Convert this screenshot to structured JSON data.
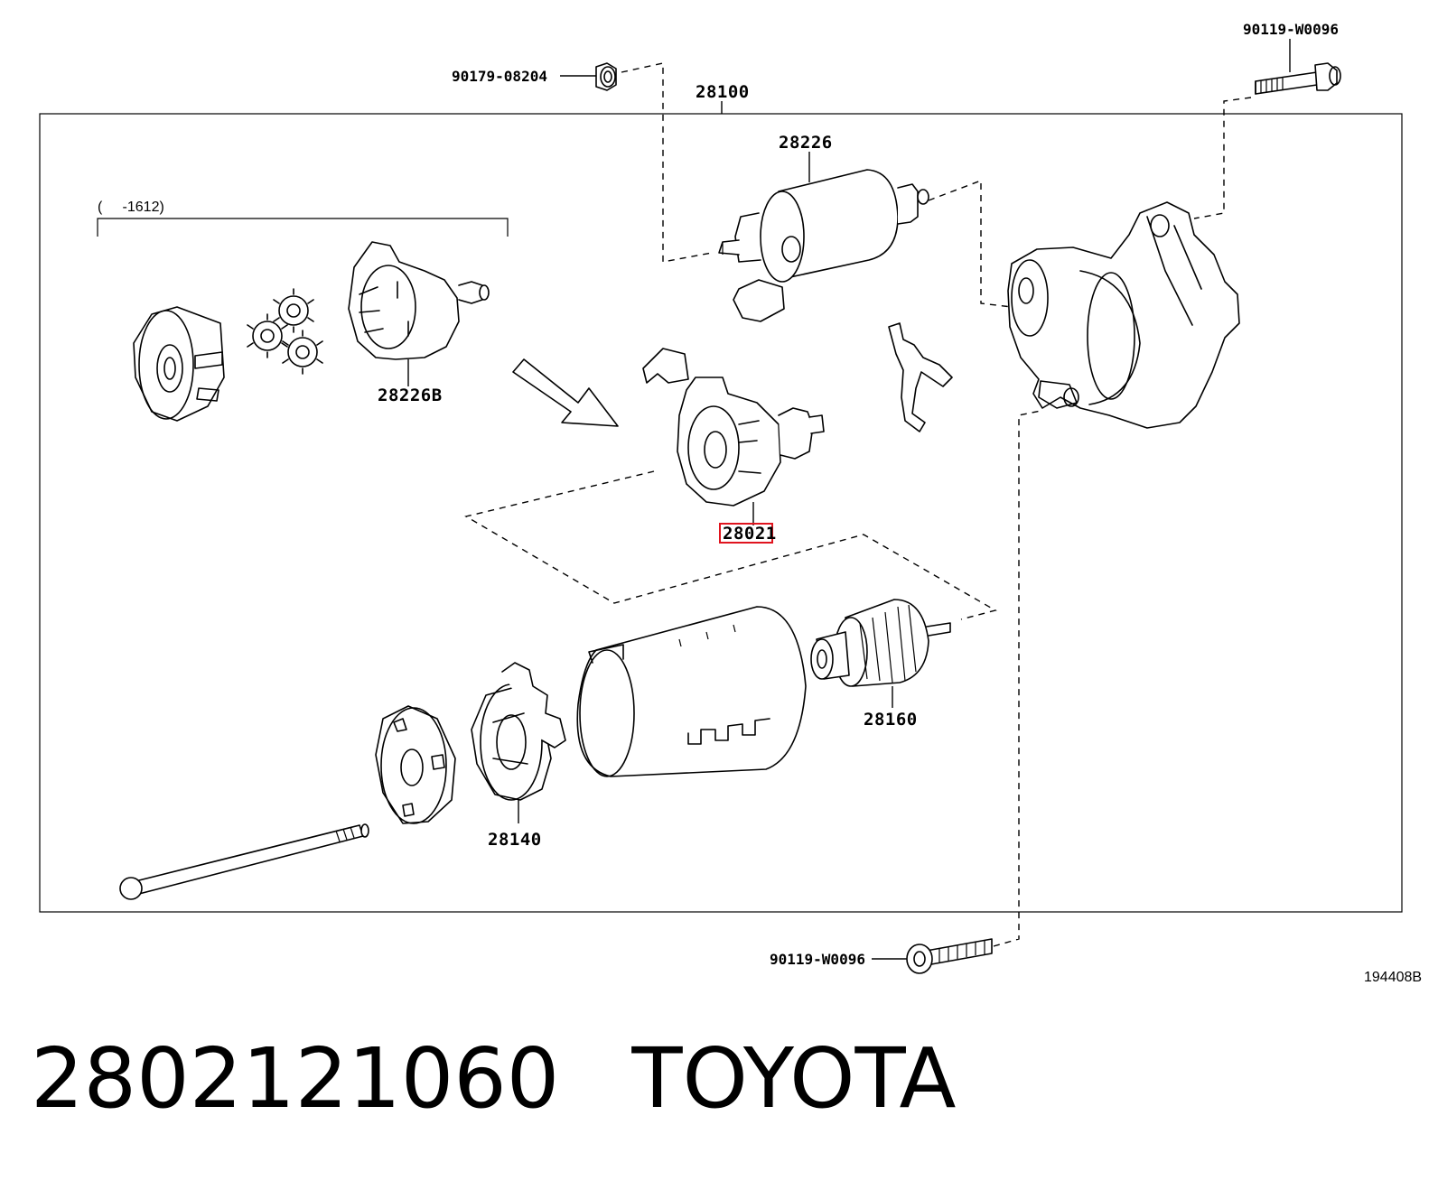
{
  "diagram": {
    "labels": {
      "nut_top": "90179-08204",
      "bolt_top_right": "90119-W0096",
      "starter_assembly": "28100",
      "magnetic_switch": "28226",
      "range_note": "(     -1612)",
      "planetary_kit": "28226B",
      "starter_housing": "28021",
      "armature": "28160",
      "brush_holder": "28140",
      "bolt_bottom": "90119-W0096",
      "figure_code": "194408B"
    },
    "highlight_label": "28021",
    "highlight_color": "#e0141e"
  },
  "caption": {
    "part_number": "2802121060",
    "brand": "TOYOTA"
  }
}
